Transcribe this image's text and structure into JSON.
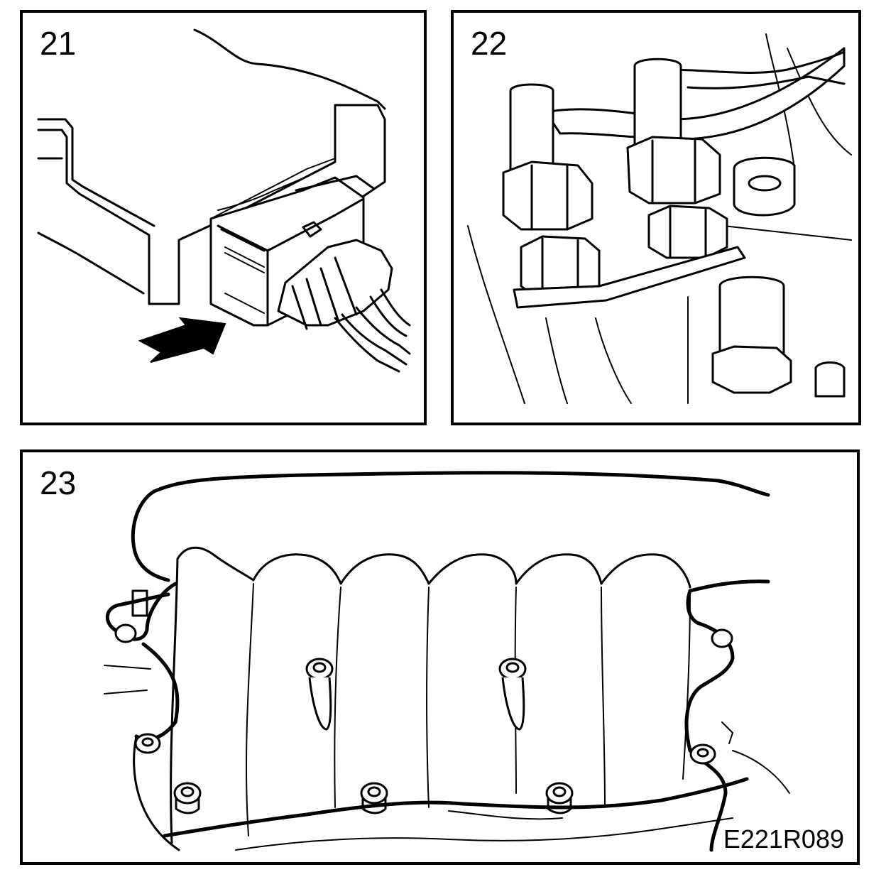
{
  "panels": {
    "p21": {
      "number": "21"
    },
    "p22": {
      "number": "22"
    },
    "p23": {
      "number": "23"
    }
  },
  "figure_code": "E221R089",
  "icons": {
    "p21": [
      "control-module",
      "multi-pin-connector",
      "wiring-harness",
      "pull-direction-arrow"
    ],
    "p22": [
      "fuel-line-fittings",
      "hex-nuts",
      "mounting-bracket",
      "fuel-hose"
    ],
    "p23": [
      "intake-manifold",
      "manifold-bolts",
      "mounting-studs"
    ]
  }
}
